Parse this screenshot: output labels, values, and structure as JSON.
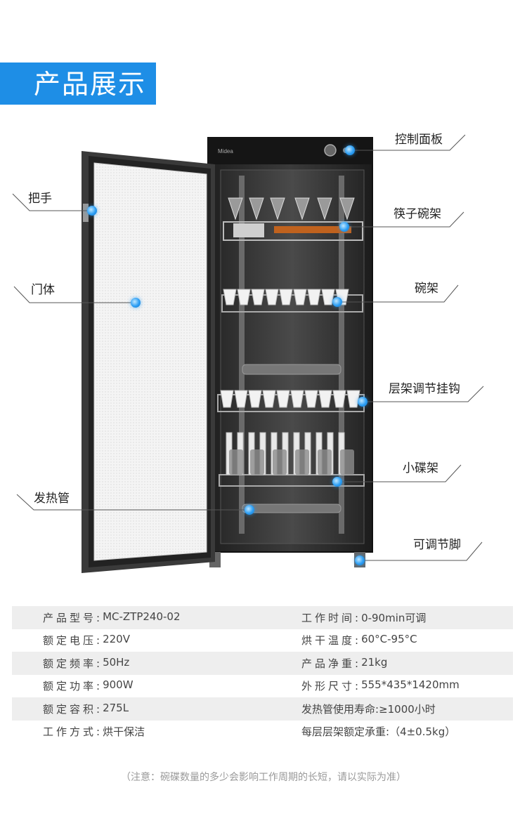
{
  "header": {
    "title": "产品展示"
  },
  "callouts": {
    "control_panel": "控制面板",
    "handle": "把手",
    "chopstick_bowl_rack": "筷子碗架",
    "door": "门体",
    "bowl_rack": "碗架",
    "shelf_hook": "层架调节挂钩",
    "small_plate_rack": "小碟架",
    "heating_tube": "发热管",
    "adjustable_foot": "可调节脚"
  },
  "specs": {
    "rows": [
      {
        "left_key": "产品型号:",
        "left_value": "MC-ZTP240-02",
        "right_key": "工作时间:",
        "right_value": "0-90min可调"
      },
      {
        "left_key": "额定电压:",
        "left_value": "220V",
        "right_key": "烘干温度:",
        "right_value": "60°C-95°C"
      },
      {
        "left_key": "额定频率:",
        "left_value": "50Hz",
        "right_key": "产品净重:",
        "right_value": "21kg"
      },
      {
        "left_key": "额定功率:",
        "left_value": "900W",
        "right_key": "外形尺寸:",
        "right_value": "555*435*1420mm"
      },
      {
        "left_key": "额定容积:",
        "left_value": "275L",
        "right_key": "发热管使用寿命:",
        "right_value": "≥1000小时"
      },
      {
        "left_key": "工作方式:",
        "left_value": "烘干保洁",
        "right_key": "每层层架额定承重:",
        "right_value": "（4±0.5kg）"
      }
    ]
  },
  "note": "（注意：碗碟数量的多少会影响工作周期的长短，请以实际为准）",
  "colors": {
    "accent": "#1e8ee6",
    "cabinet": "#2b2b2b",
    "row_shade": "#eeeeee"
  }
}
